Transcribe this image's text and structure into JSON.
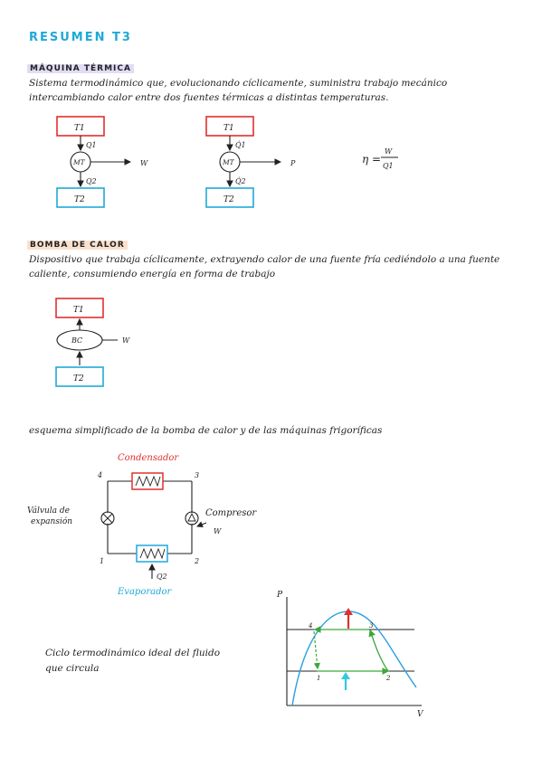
{
  "title": "RESUMEN T3",
  "maquina": {
    "heading": "MÁQUINA TÉRMICA",
    "text": "Sistema termodinámico que, evolucionando cíclicamente, suministra trabajo mecánico intercambiando calor entre dos fuentes térmicas a distintas temperaturas.",
    "diagram1": {
      "t_hot": "T1",
      "t_cold": "T2",
      "machine": "MT",
      "q_in": "Q1",
      "q_out": "Q2",
      "output": "W"
    },
    "diagram2": {
      "t_hot": "T1",
      "t_cold": "T2",
      "machine": "MT",
      "q_in": "Q̇1",
      "q_out": "Q̇2",
      "output": "P"
    },
    "efficiency": {
      "lhs": "η =",
      "numerator": "W",
      "denominator": "Q1"
    }
  },
  "bomba": {
    "heading": "BOMBA DE CALOR",
    "text": "Dispositivo que trabaja cíclicamente, extrayendo calor de una fuente fría cediéndolo a una fuente caliente, consumiendo energía en forma de trabajo",
    "diagram": {
      "t_hot": "T1",
      "t_cold": "T2",
      "machine": "BC",
      "input": "W"
    }
  },
  "esquema": {
    "text": "esquema simplificado de la bomba de calor y de las máquinas frigoríficas",
    "condensador": "Condensador",
    "evaporador": "Evaporador",
    "valvula": "Válvula de expansión",
    "compresor": "Compresor",
    "work": "W",
    "q_in": "Q2",
    "nodes": [
      "4",
      "3",
      "1",
      "2"
    ],
    "colors": {
      "condensador": "#e0302e",
      "evaporador": "#1fa9d8"
    }
  },
  "ciclo": {
    "text": "Ciclo termodinámico ideal del fluido que circula",
    "axis_y": "P",
    "axis_x": "V",
    "points": [
      "4",
      "3",
      "1",
      "2"
    ],
    "colors": {
      "dome": "#2a9fe0",
      "path": "#3aa83a",
      "heat_out": "#e0302e",
      "heat_in": "#34c8e0"
    }
  }
}
